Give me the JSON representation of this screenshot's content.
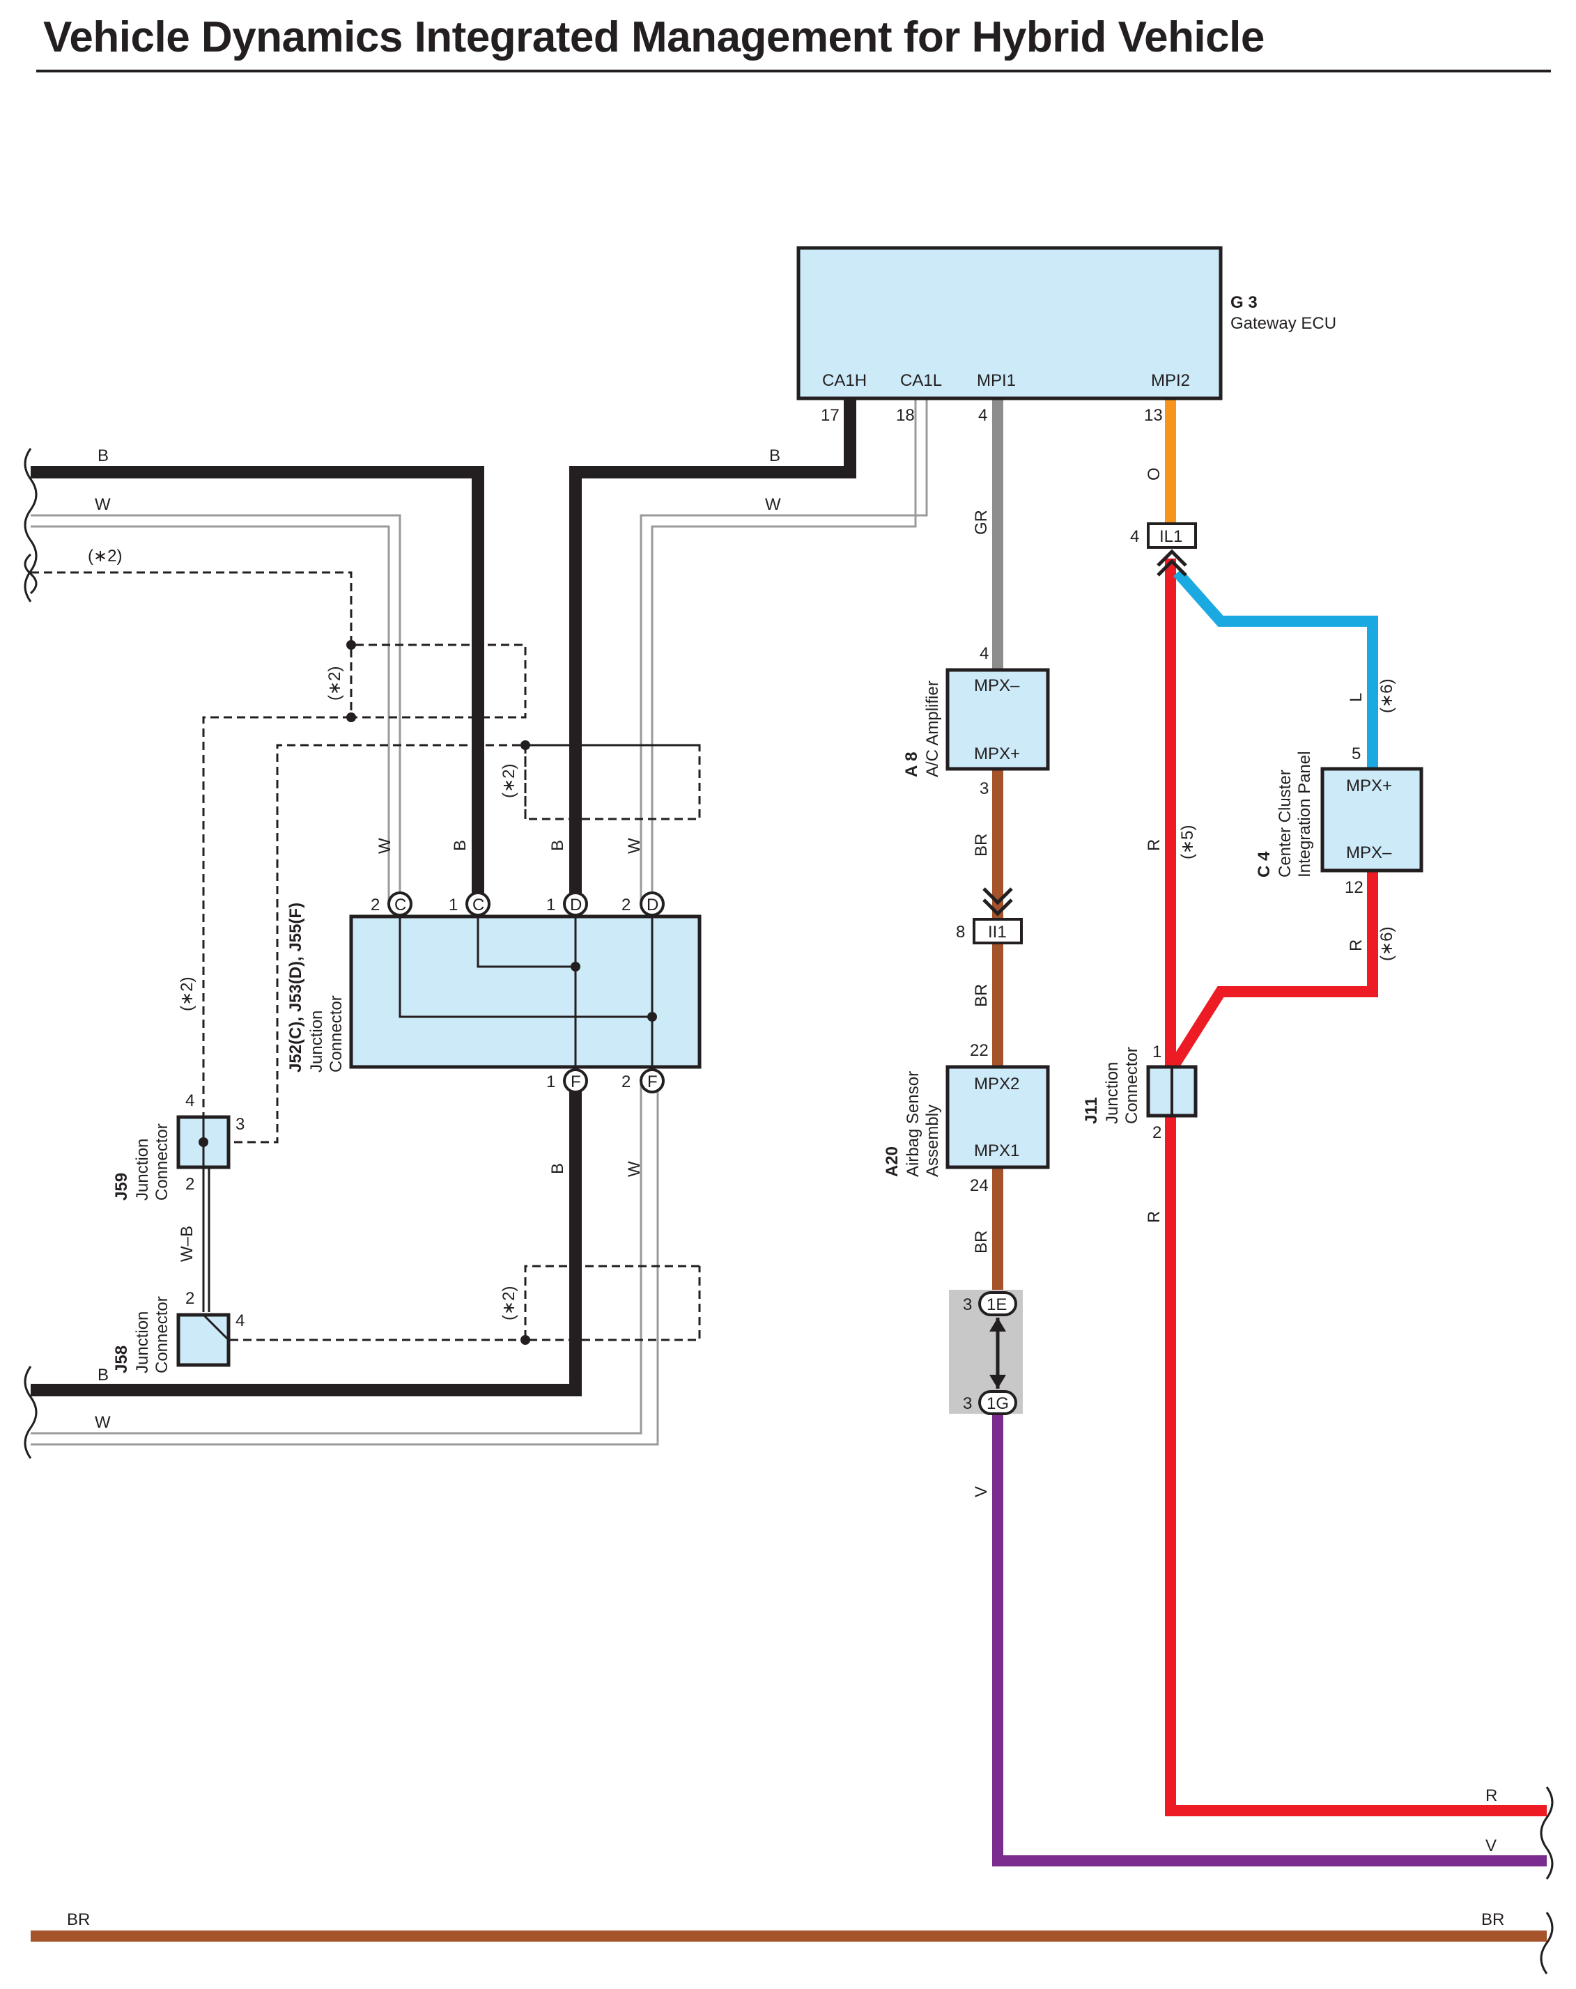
{
  "title": "Vehicle Dynamics Integrated Management for Hybrid Vehicle",
  "colors": {
    "box_fill": "#cdeaf8",
    "wire_black": "#231f20",
    "wire_white": "#9a9a9a",
    "wire_gray": "#8d8d8d",
    "wire_brown": "#a5532b",
    "wire_orange": "#f7941d",
    "wire_red": "#ed1c24",
    "wire_blue": "#1ba9e1",
    "wire_violet": "#7b2c8f",
    "connector_gray_bg": "#c8c8c8"
  },
  "components": {
    "g3": {
      "id": "G 3",
      "name": "Gateway ECU",
      "terminals": [
        "CA1H",
        "CA1L",
        "MPI1",
        "MPI2"
      ],
      "pins": [
        "17",
        "18",
        "4",
        "13"
      ]
    },
    "a8": {
      "id": "A 8",
      "name": "A/C Amplifier",
      "terminals": [
        "MPX–",
        "MPX+"
      ],
      "pins": [
        "4",
        "3"
      ]
    },
    "a20": {
      "id": "A20",
      "name_line1": "Airbag Sensor",
      "name_line2": "Assembly",
      "terminals": [
        "MPX2",
        "MPX1"
      ],
      "pins": [
        "22",
        "24"
      ]
    },
    "c4": {
      "id": "C 4",
      "name_line1": "Center Cluster",
      "name_line2": "Integration Panel",
      "terminals": [
        "MPX+",
        "MPX–"
      ],
      "pins": [
        "5",
        "12"
      ]
    },
    "j11": {
      "id": "J11",
      "name_line1": "Junction",
      "name_line2": "Connector",
      "pins": [
        "1",
        "2"
      ]
    },
    "j52": {
      "id": "J52(C), J53(D), J55(F)",
      "name_line1": "Junction",
      "name_line2": "Connector"
    },
    "j59": {
      "id": "J59",
      "name_line1": "Junction",
      "name_line2": "Connector",
      "pins": [
        "4",
        "3",
        "2"
      ]
    },
    "j58": {
      "id": "J58",
      "name_line1": "Junction",
      "name_line2": "Connector",
      "pins": [
        "2",
        "4"
      ]
    }
  },
  "inline_connectors": {
    "il1": {
      "label": "IL1",
      "pin": "4"
    },
    "ii1": {
      "label": "II1",
      "pin": "8"
    },
    "c1e": {
      "label": "1E",
      "pin": "3"
    },
    "c1g": {
      "label": "1G",
      "pin": "3"
    }
  },
  "junction_terminals": {
    "c_left": {
      "pin": "2",
      "letter": "C"
    },
    "c_right": {
      "pin": "1",
      "letter": "C"
    },
    "d_left": {
      "pin": "1",
      "letter": "D"
    },
    "d_right": {
      "pin": "2",
      "letter": "D"
    },
    "f_left": {
      "pin": "1",
      "letter": "F"
    },
    "f_right": {
      "pin": "2",
      "letter": "F"
    }
  },
  "wire_labels": {
    "b": "B",
    "w": "W",
    "gr": "GR",
    "o": "O",
    "br": "BR",
    "r": "R",
    "l": "L",
    "v": "V",
    "wb": "W–B"
  },
  "notes": {
    "n2": "(∗2)",
    "n5": "(∗5)",
    "n6": "(∗6)"
  }
}
